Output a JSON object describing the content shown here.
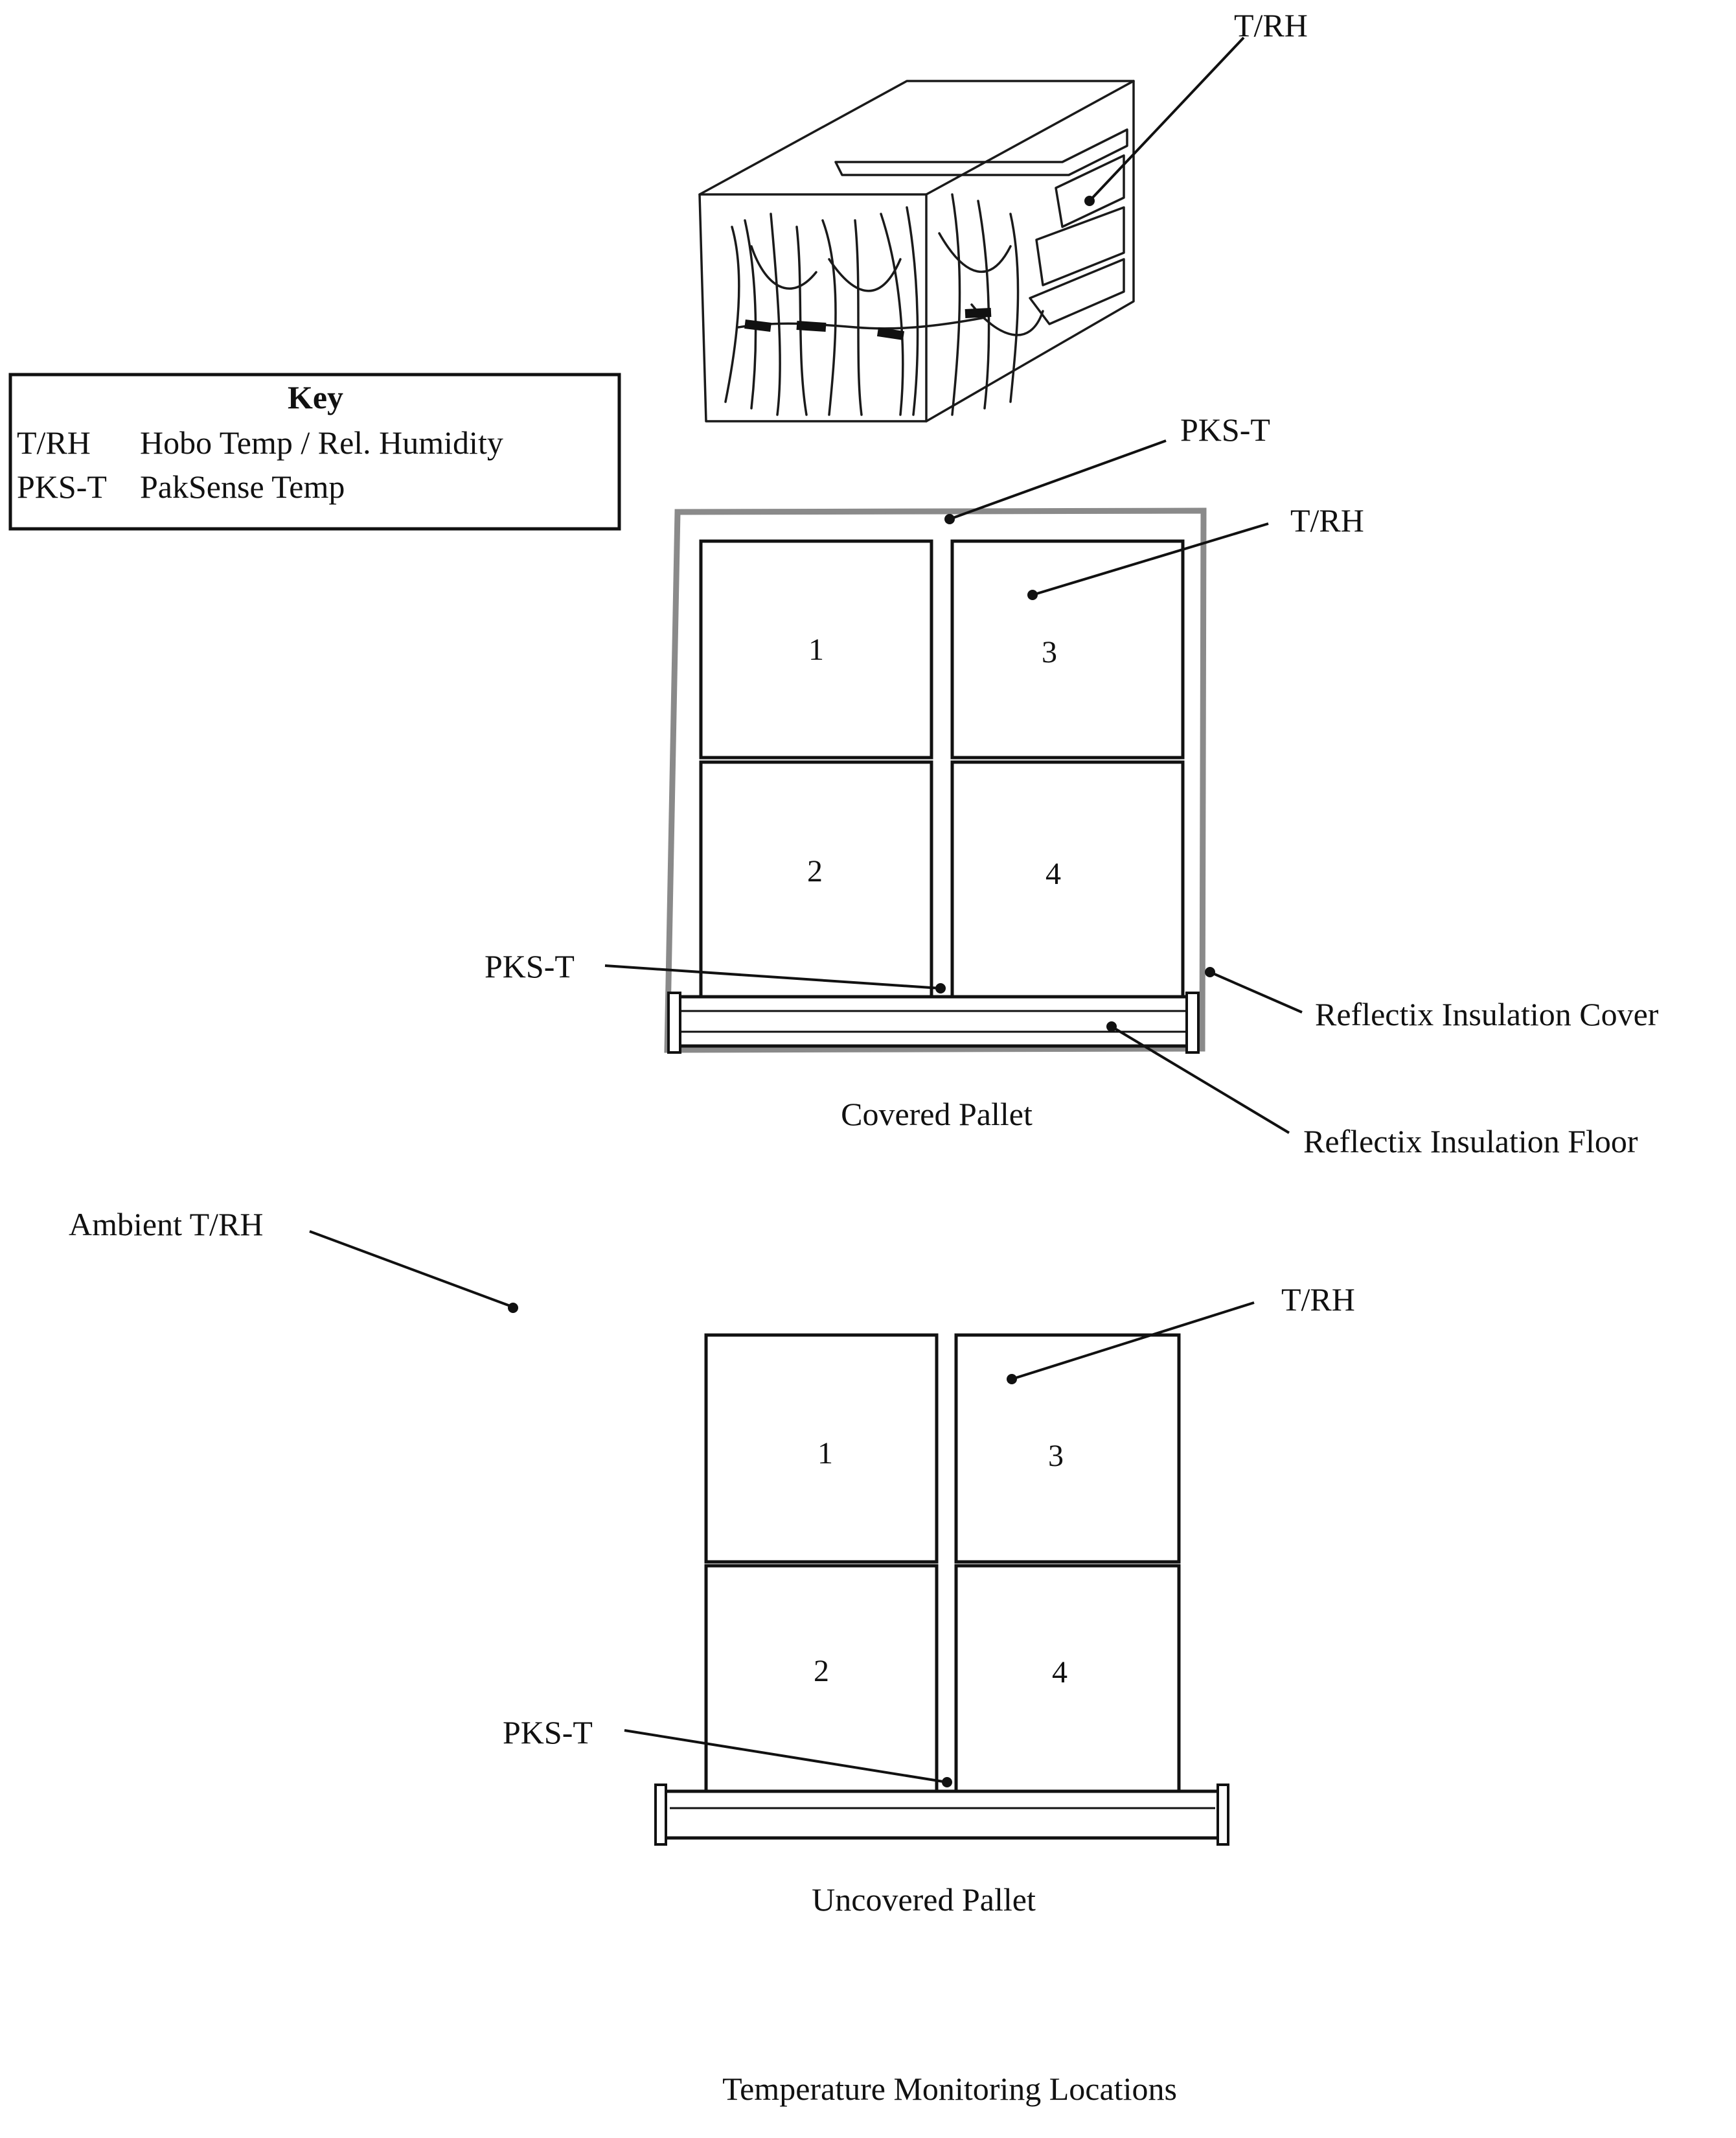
{
  "key": {
    "title": "Key",
    "entries": [
      {
        "code": "T/RH",
        "meaning": "Hobo Temp / Rel. Humidity"
      },
      {
        "code": "PKS-T",
        "meaning": "PakSense Temp"
      }
    ]
  },
  "produce_box": {
    "sensor_label": "T/RH"
  },
  "covered_pallet": {
    "caption": "Covered Pallet",
    "cells": [
      "1",
      "2",
      "3",
      "4"
    ],
    "top_sensor_label": "PKS-T",
    "box_sensor_label": "T/RH",
    "bottom_sensor_label": "PKS-T",
    "cover_label": "Reflectix Insulation Cover",
    "floor_label": "Reflectix Insulation Floor",
    "cover_color": "#8a8a8a"
  },
  "ambient": {
    "label": "Ambient T/RH"
  },
  "uncovered_pallet": {
    "caption": "Uncovered Pallet",
    "cells": [
      "1",
      "2",
      "3",
      "4"
    ],
    "box_sensor_label": "T/RH",
    "bottom_sensor_label": "PKS-T"
  },
  "figure_caption": "Temperature Monitoring Locations"
}
